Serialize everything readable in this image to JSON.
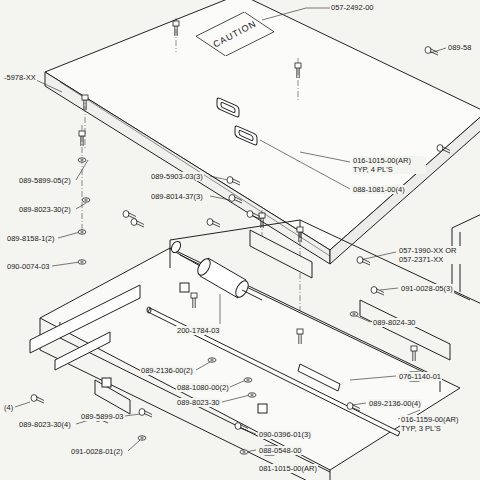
{
  "diagram": {
    "nodes": [
      {
        "text": [
          "CAUTION"
        ]
      }
    ],
    "labels": [
      "057-2492-00",
      "089-58",
      "-5978-XX",
      "089-5899-05(2)",
      "089-8023-30(2)",
      "089-5903-03(3)",
      "089-8014-37(3)",
      "016-1015-00(AR) TYP, 4 PL'S",
      "088-1081-00(4)",
      "089-8158-1(2)",
      "090-0074-03",
      "057-1990-XX OR 057-2371-XX",
      "091-0028-05(3)",
      "089-8024-30",
      "200-1784-03",
      "089-2136-00(2)",
      "088-1080-00(2)",
      "089-8023-30",
      "(4)",
      "089-8023-30(4)",
      "089-5899-03",
      "076-1140-01",
      "089-2136-00(4)",
      "016-1159-00(AR) TYP, 3 PL'S",
      "091-0028-01(2)",
      "090-0396-01(3)",
      "088-0548-00",
      "081-1015-00(AR)"
    ]
  }
}
